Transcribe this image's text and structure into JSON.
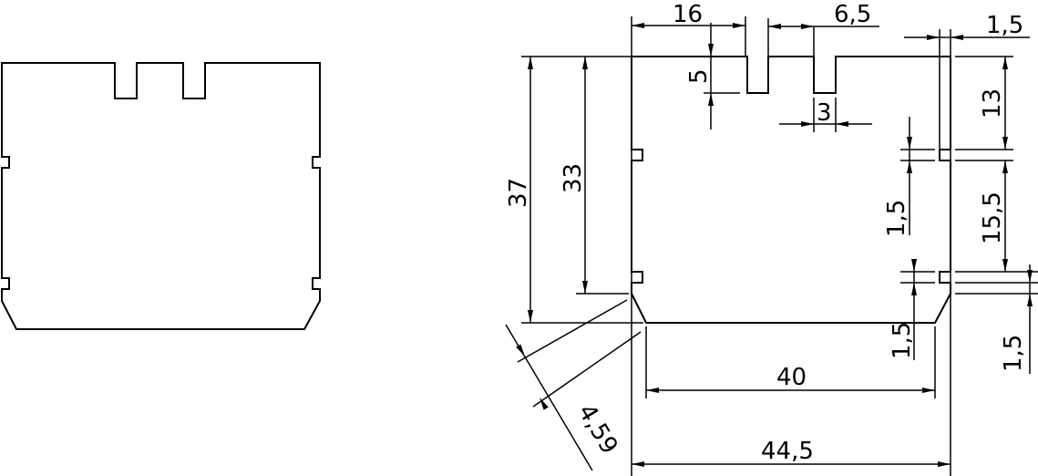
{
  "dimensions": {
    "width_top_left": "16",
    "slot_spacing": "6,5",
    "wall_top": "1,5",
    "slot_depth": "5",
    "slot_width": "3",
    "notch_offset": "13",
    "notch_spacing": "15,5",
    "notch_height": "1,5",
    "notch_depth": "1,5",
    "bottom_wall": "1,5",
    "total_height": "37",
    "inner_height": "33",
    "chamfer": "4,59",
    "bottom_width": "40",
    "total_width": "44,5"
  },
  "colors": {
    "line": "#000000",
    "background": "#ffffff"
  }
}
